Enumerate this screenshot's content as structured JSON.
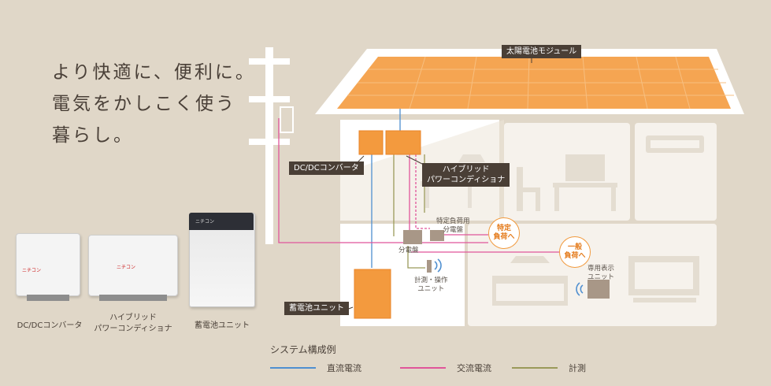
{
  "tagline": [
    "より快適に、便利に。",
    "電気をかしこく使う",
    "暮らし。"
  ],
  "labels": {
    "solar": "太陽電池モジュール",
    "dcdc": "DC/DCコンバータ",
    "hybrid": [
      "ハイブリッド",
      "パワーコンディショナ"
    ],
    "battery": "蓄電池ユニット",
    "panel": "分電盤",
    "special_panel": [
      "特定負荷用",
      "分電盤"
    ],
    "meter": [
      "計測・操作",
      "ユニット"
    ],
    "display": [
      "専用表示",
      "ユニット"
    ],
    "special_load": [
      "特定",
      "負荷へ"
    ],
    "general_load": [
      "一般",
      "負荷へ"
    ]
  },
  "products": {
    "dcdc": "DC/DCコンバータ",
    "hybrid": [
      "ハイブリッド",
      "パワーコンディショナ"
    ],
    "battery": "蓄電池ユニット",
    "brand": "ニチコン"
  },
  "legend": {
    "title": "システム構成例",
    "items": [
      {
        "label": "直流電流",
        "color": "#4f8fd0"
      },
      {
        "label": "交流電流",
        "color": "#e0559a"
      },
      {
        "label": "計測",
        "color": "#9a9a5a"
      }
    ]
  }
}
